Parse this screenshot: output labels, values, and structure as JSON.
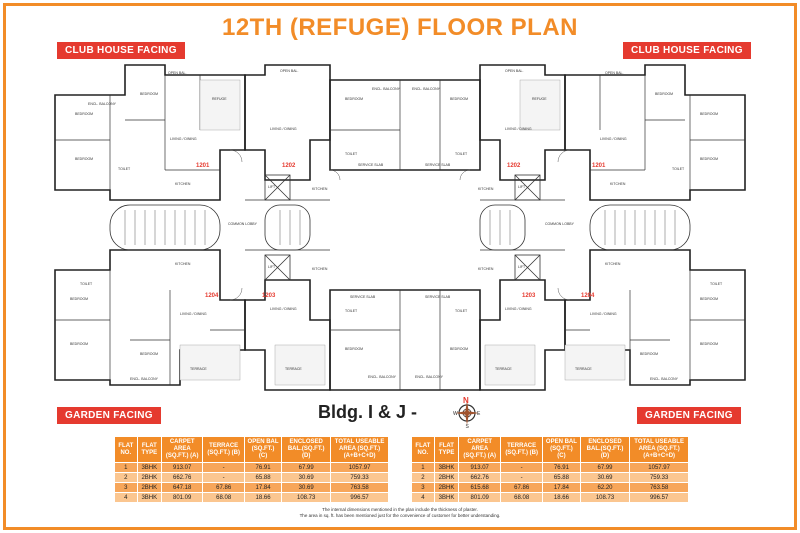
{
  "title": "12TH (REFUGE) FLOOR PLAN",
  "tags": {
    "top_left": "CLUB HOUSE FACING",
    "top_right": "CLUB HOUSE FACING",
    "bottom_left": "GARDEN FACING",
    "bottom_right": "GARDEN FACING"
  },
  "building": "Bldg. I & J  -",
  "compass": {
    "n": "N",
    "e": "E",
    "w": "W",
    "s": "S"
  },
  "units": {
    "u1201_left": "1201",
    "u1202_left": "1202",
    "u1204_left": "1204",
    "u1203_left": "1203",
    "u1202_right": "1202",
    "u1201_right": "1201",
    "u1203_right": "1203",
    "u1204_right": "1204"
  },
  "room_labels": {
    "refuge": "REFUGE",
    "lift": "LIFT",
    "common_lobby": "COMMON LOBBY",
    "bedroom": "BEDROOM",
    "living": "LIVING / DINING",
    "kitchen": "KITCHEN",
    "toilet": "TOILET",
    "terrace": "TERRACE",
    "open_bal": "OPEN BAL.",
    "encl_balcony": "ENCL. BALCONY",
    "service_slab": "SERVICE SLAB"
  },
  "table_left": {
    "headers": [
      "FLAT NO.",
      "FLAT TYPE",
      "CARPET AREA (SQ.FT.) (A)",
      "TERRACE (SQ.FT.) (B)",
      "OPEN BAL (SQ.FT.) (C)",
      "ENCLOSED BAL.(SQ.FT.) (D)",
      "TOTAL USEABLE AREA (SQ.FT.) (A+B+C+D)"
    ],
    "rows": [
      [
        "1",
        "3BHK",
        "913.07",
        "-",
        "76.91",
        "67.99",
        "1057.97"
      ],
      [
        "2",
        "2BHK",
        "662.76",
        "-",
        "65.88",
        "30.69",
        "759.33"
      ],
      [
        "3",
        "2BHK",
        "647.18",
        "67.86",
        "17.84",
        "30.69",
        "763.58"
      ],
      [
        "4",
        "3BHK",
        "801.09",
        "68.08",
        "18.66",
        "108.73",
        "996.57"
      ]
    ]
  },
  "table_right": {
    "headers": [
      "FLAT NO.",
      "FLAT TYPE",
      "CARPET AREA (SQ.FT.) (A)",
      "TERRACE (SQ.FT.) (B)",
      "OPEN BAL (SQ.FT.) (C)",
      "ENCLOSED BAL.(SQ.FT.) (D)",
      "TOTAL USEABLE AREA (SQ.FT.) (A+B+C+D)"
    ],
    "rows": [
      [
        "1",
        "3BHK",
        "913.07",
        "-",
        "76.91",
        "67.99",
        "1057.97"
      ],
      [
        "2",
        "2BHK",
        "662.76",
        "-",
        "65.88",
        "30.69",
        "759.33"
      ],
      [
        "3",
        "2BHK",
        "615.68",
        "67.86",
        "17.84",
        "62.20",
        "763.58"
      ],
      [
        "4",
        "3BHK",
        "801.09",
        "68.08",
        "18.66",
        "108.73",
        "996.57"
      ]
    ]
  },
  "notes": {
    "line1": "The internal dimensions mentioned in the plan include the thickness of plaster.",
    "line2": "The area in sq. ft. has been mentioned just for the convenience of customer for better understanding."
  },
  "colors": {
    "accent": "#f28c28",
    "tag": "#e53a2f",
    "table_header": "#f28c28",
    "table_row": "#f7a65a"
  }
}
